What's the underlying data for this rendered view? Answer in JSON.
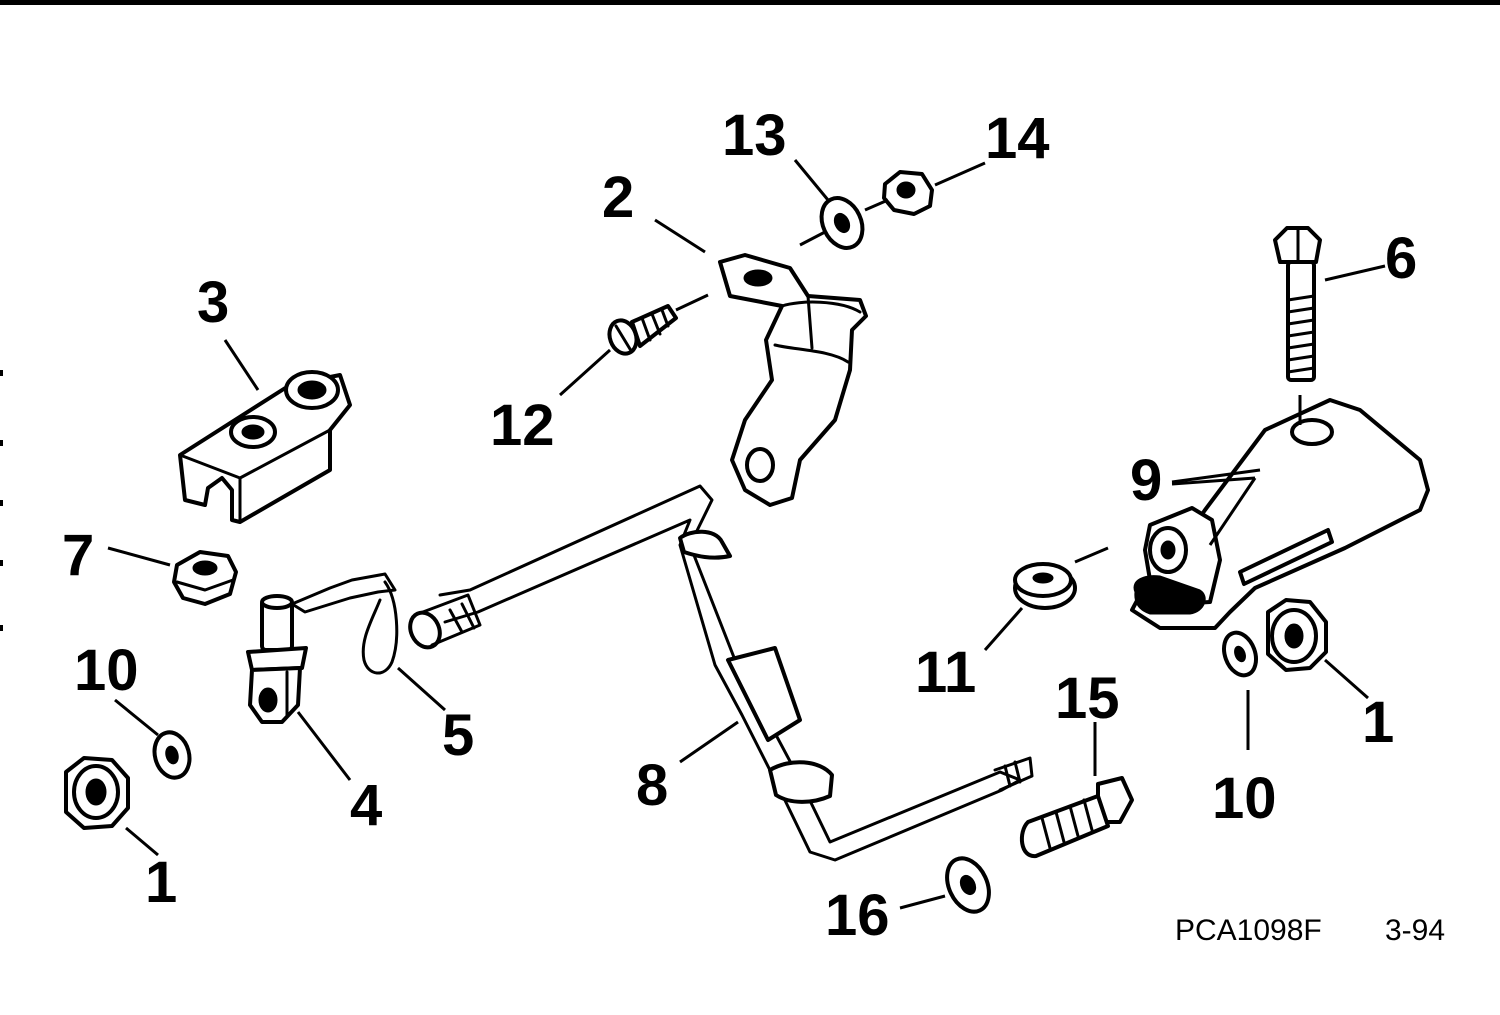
{
  "callouts": {
    "c1a": "1",
    "c1b": "1",
    "c2": "2",
    "c3": "3",
    "c4": "4",
    "c5": "5",
    "c6": "6",
    "c7": "7",
    "c8": "8",
    "c9": "9",
    "c10a": "10",
    "c10b": "10",
    "c11": "11",
    "c12": "12",
    "c13": "13",
    "c14": "14",
    "c15": "15",
    "c16": "16"
  },
  "footer": {
    "part_code": "PCA1098F",
    "page_ref": "3-94"
  },
  "colors": {
    "ink": "#000000",
    "paper": "#ffffff"
  }
}
